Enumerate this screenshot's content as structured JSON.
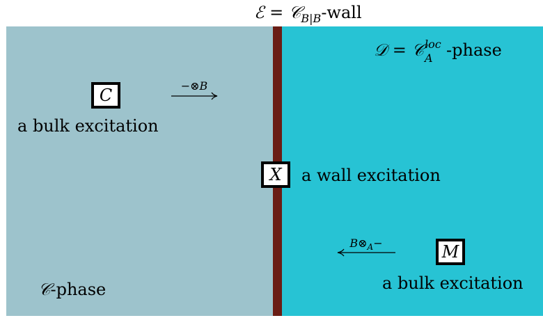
{
  "wall_title": {
    "sym": "ℰ",
    "eq": " = ",
    "cat": "𝒞",
    "sub": "B|B",
    "suffix": "-wall"
  },
  "right_title": {
    "sym": "𝒟",
    "eq": " = ",
    "cat": "𝒞",
    "sup": "loc",
    "sub": "A",
    "suffix": "-phase"
  },
  "left_title": {
    "cat": "𝒞",
    "suffix": "-phase"
  },
  "bulk_left": {
    "symbol": "C",
    "label": "a bulk excitation"
  },
  "wall_exc": {
    "symbol": "X",
    "label": "a wall excitation"
  },
  "bulk_right": {
    "symbol": "M",
    "label": "a bulk excitation"
  },
  "arrow_right": {
    "label": "−⊗B"
  },
  "arrow_left": {
    "label": "B⊗",
    "label_sub": "A",
    "label_tail": "−"
  },
  "colors": {
    "left_phase": "#9DC3CC",
    "right_phase": "#27C3D4",
    "wall": "#6A1D15"
  }
}
